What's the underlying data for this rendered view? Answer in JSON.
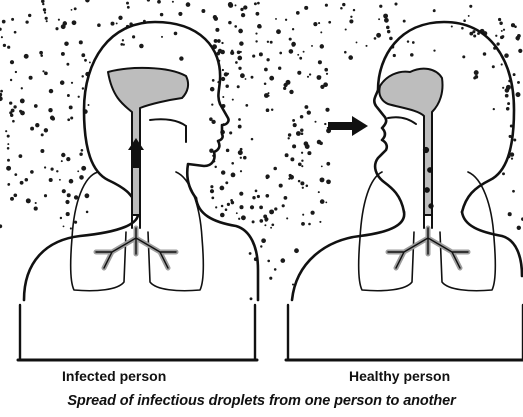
{
  "figure": {
    "left_label": "Infected person",
    "right_label": "Healthy person",
    "caption": "Spread of infectious droplets from one person to another"
  },
  "colors": {
    "outline": "#111111",
    "airway": "#bdbdbd",
    "droplet": "#1a1a1a",
    "background": "#ffffff"
  },
  "icons": {
    "left_figure": "infected-person-torso-icon",
    "right_figure": "healthy-person-torso-icon",
    "droplets": "droplet-cloud-icon",
    "transmission": "exhale-arrow-icon"
  }
}
